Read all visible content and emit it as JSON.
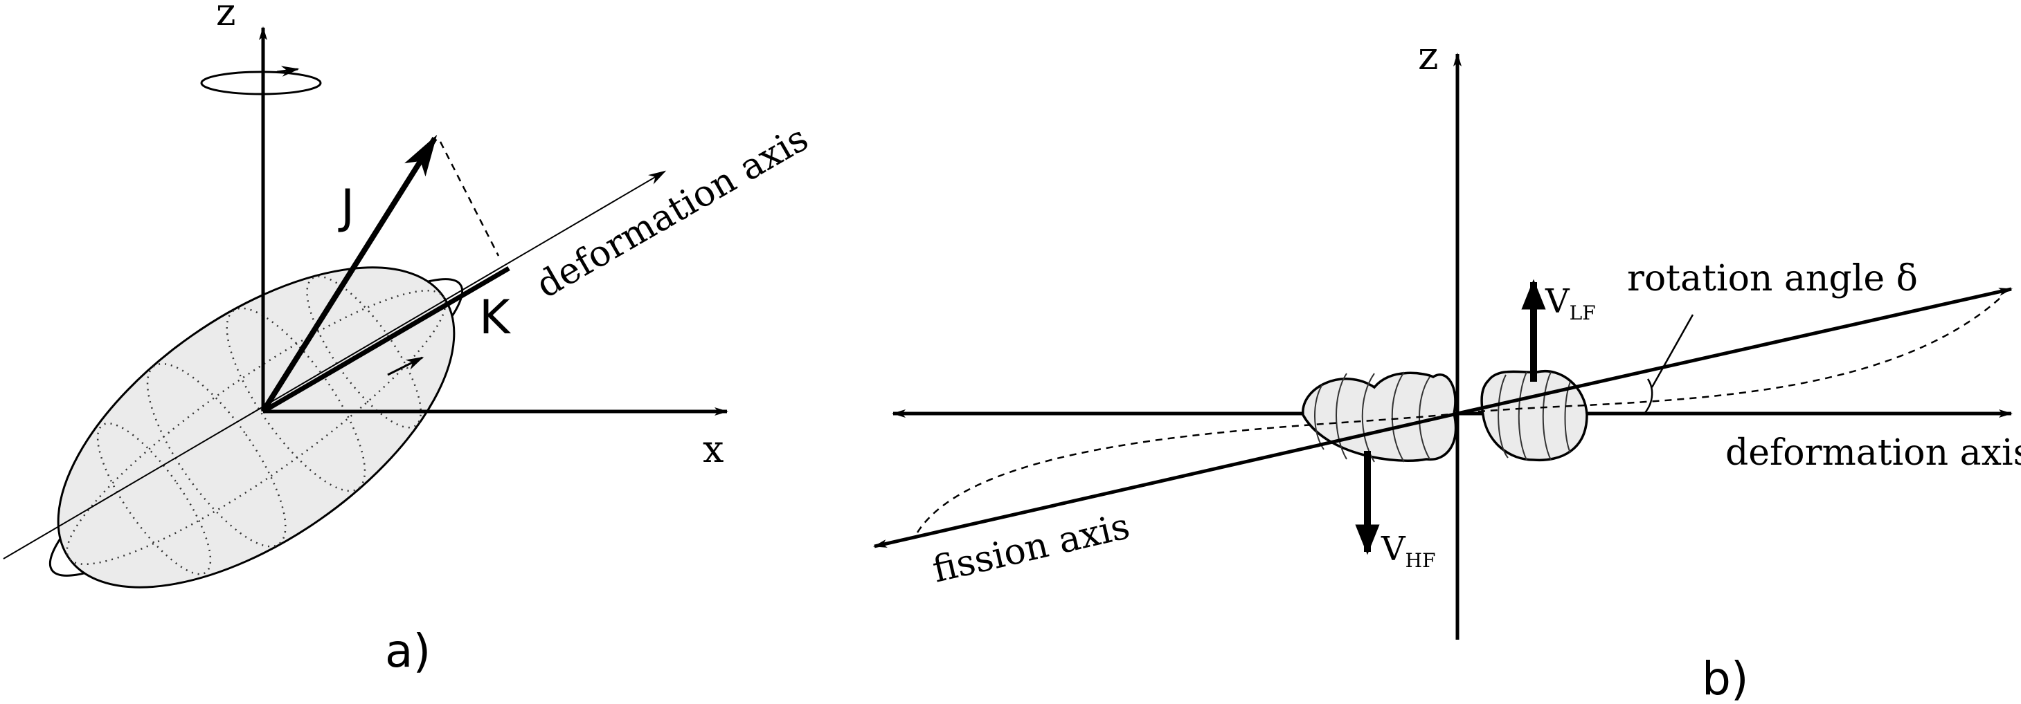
{
  "panel_a": {
    "z_label": "z",
    "x_label": "x",
    "j_label": "J",
    "k_label": "K",
    "deformation_axis_label": "deformation axis",
    "panel_label": "a)"
  },
  "panel_b": {
    "z_label": "z",
    "vlf_base": "V",
    "vlf_sub": "LF",
    "vhf_base": "V",
    "vhf_sub": "HF",
    "rotation_angle_label": "rotation angle δ",
    "deformation_axis_label": "deformation axis",
    "fission_axis_label": "fission axis",
    "panel_label": "b)"
  }
}
